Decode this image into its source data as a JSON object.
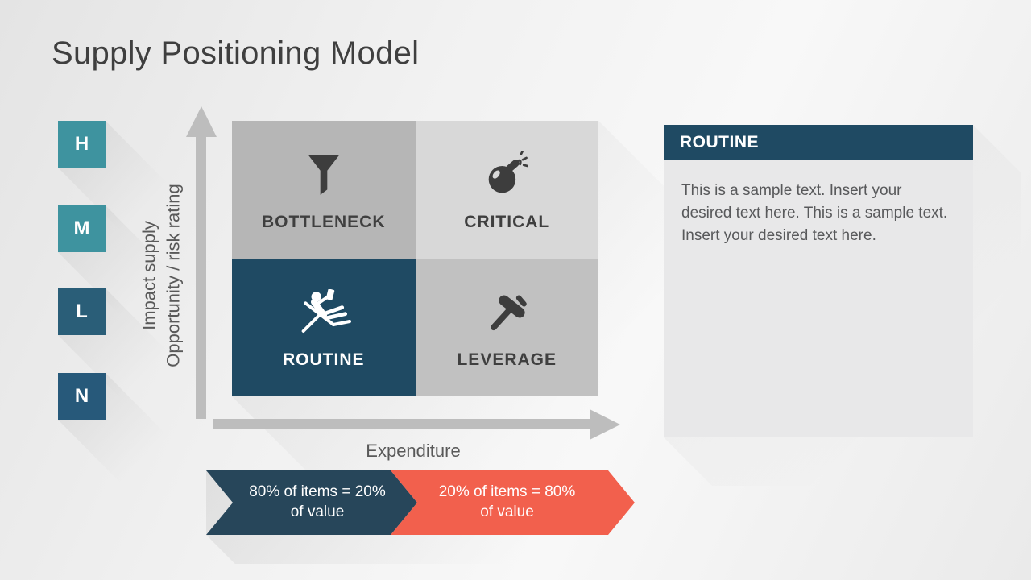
{
  "title": "Supply Positioning Model",
  "rating_scale": {
    "items": [
      {
        "label": "H"
      },
      {
        "label": "M"
      },
      {
        "label": "L"
      },
      {
        "label": "N"
      }
    ]
  },
  "y_axis": {
    "label": "Impact supply\nOpportunity / risk rating"
  },
  "x_axis": {
    "label": "Expenditure"
  },
  "matrix": {
    "quadrants": [
      {
        "label": "BOTTLENECK",
        "icon": "funnel-icon"
      },
      {
        "label": "CRITICAL",
        "icon": "bomb-icon"
      },
      {
        "label": "ROUTINE",
        "icon": "recliner-icon"
      },
      {
        "label": "LEVERAGE",
        "icon": "hammer-icon"
      }
    ]
  },
  "pareto_banner": {
    "segments": [
      {
        "text": "80% of  items = 20%\nof value"
      },
      {
        "text": "20% of  items = 80%\nof value"
      }
    ]
  },
  "detail_panel": {
    "header": "ROUTINE",
    "body": "This is a sample text. Insert your desired text here. This is a sample text. Insert your desired text here."
  },
  "colors": {
    "teal": "#3E939F",
    "navy": "#2A5E78",
    "brand_blue": "#1F4A63",
    "banner_blue": "#27465A",
    "coral": "#F2604D",
    "quadrant_gray_dark": "#B6B6B6",
    "quadrant_gray_light": "#D8D8D8",
    "quadrant_gray_mid": "#C1C1C1",
    "arrow_gray": "#BDBDBD",
    "text_dark": "#3F3F3F",
    "text_gray": "#595959"
  }
}
